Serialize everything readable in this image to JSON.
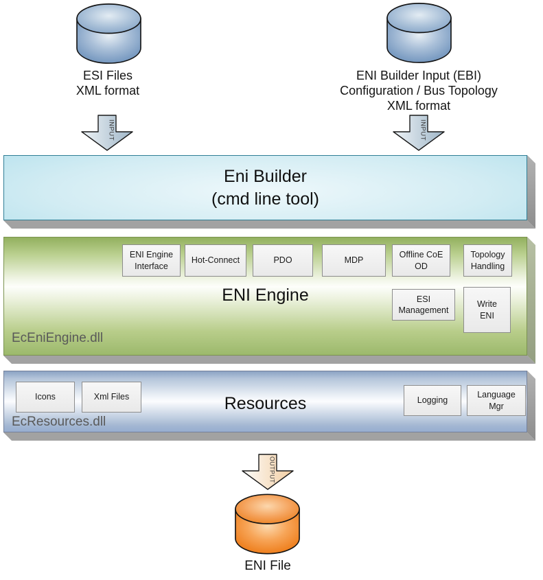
{
  "sources": {
    "esi": {
      "line1": "ESI Files",
      "line2": "XML format"
    },
    "ebi": {
      "line1": "ENI Builder Input (EBI)",
      "line2": "Configuration / Bus Topology",
      "line3": "XML format"
    }
  },
  "arrows": {
    "input_left": "INPUT",
    "input_right": "INPUT",
    "output": "OUTPUT"
  },
  "builder": {
    "title_line1": "Eni Builder",
    "title_line2": "(cmd line tool)"
  },
  "engine": {
    "title": "ENI Engine",
    "dll": "EcEniEngine.dll",
    "modules_row1": [
      "ENI Engine\nInterface",
      "Hot-Connect",
      "PDO",
      "MDP",
      "Offline CoE\nOD",
      "Topology\nHandling"
    ],
    "modules_row2": [
      "ESI\nManagement",
      "Write\nENI"
    ]
  },
  "resources": {
    "title": "Resources",
    "dll": "EcResources.dll",
    "modules_left": [
      "Icons",
      "Xml Files"
    ],
    "modules_right": [
      "Logging",
      "Language\nMgr"
    ]
  },
  "output_file": {
    "label": "ENI File"
  },
  "colors": {
    "builder_bar": "#a8dcea",
    "engine_bar": "#9cb96b",
    "resources_bar": "#a9bdd6",
    "cylinder_blue": "#7d9fc4",
    "cylinder_orange": "#ef8a2e",
    "shadow_gray": "#a2a2a2",
    "dll_text": "#595959"
  }
}
